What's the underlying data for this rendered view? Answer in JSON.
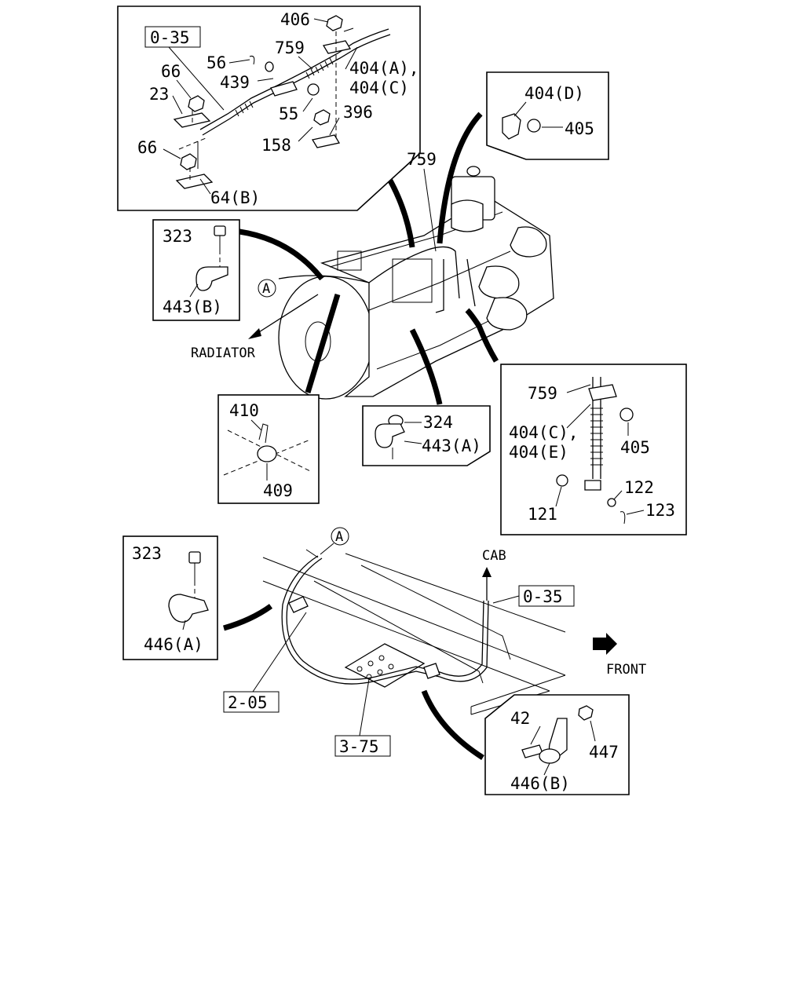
{
  "callouts": {
    "top": {
      "ref": "0-35",
      "p406": "406",
      "p759": "759",
      "p56": "56",
      "p439": "439",
      "p404ac_1": "404(A),",
      "p404ac_2": "404(C)",
      "p66a": "66",
      "p23": "23",
      "p55": "55",
      "p396": "396",
      "p158": "158",
      "p66b": "66",
      "p64b": "64(B)"
    },
    "d404": {
      "p404d": "404(D)",
      "p405": "405"
    },
    "clamp443b": {
      "p323": "323",
      "p443b": "443(B)"
    },
    "clamp409": {
      "p410": "410",
      "p409": "409"
    },
    "clamp443a": {
      "p324": "324",
      "p443a": "443(A)"
    },
    "right": {
      "p759": "759",
      "p404ce_1": "404(C),",
      "p404ce_2": "404(E)",
      "p405": "405",
      "p122": "122",
      "p121": "121",
      "p123": "123"
    },
    "clamp446a": {
      "p323": "323",
      "p446a": "446(A)"
    },
    "clamp446b": {
      "p42": "42",
      "p447": "447",
      "p446b": "446(B)"
    }
  },
  "engine": {
    "p759": "759",
    "marker": "A",
    "radiator": "RADIATOR"
  },
  "frame": {
    "marker": "A",
    "cab": "CAB",
    "ref_035": "0-35",
    "front": "FRONT",
    "ref_205": "2-05",
    "ref_375": "3-75"
  }
}
